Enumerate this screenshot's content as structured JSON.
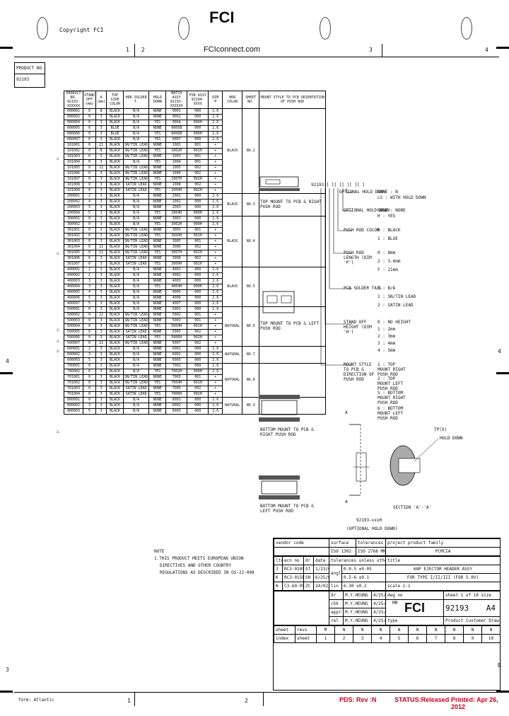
{
  "header": {
    "copyright": "Copyright FCI",
    "logo": "FCI",
    "website": "FCIconnect.com",
    "zones_top": [
      "1",
      "2",
      "3",
      "4"
    ],
    "zones_bottom": [
      "1",
      "2"
    ],
    "zone_side_left": "4",
    "zone_side_right": "4",
    "zone_bl": "3",
    "zone_br": "B"
  },
  "product_box": {
    "label": "PRODUCT NO.",
    "value": "92193"
  },
  "table": {
    "headers": [
      "PRODUCT NO. 92193-XXXXXX",
      "STAND OFF (mm)",
      "A (mm)",
      "TOP SIDE COLOR",
      "HDR SOLDER T.",
      "HOLD DOWN",
      "MATCH ASSY 92193-XXXXXX",
      "FOR ASSY 92194-XXXX",
      "DIM 'P'",
      "HDR COLOR",
      "SHEET NO.",
      "MOUNT STYLE TO PCB ORIENTATION OF PUSH ROD"
    ],
    "rows": [
      [
        "000001",
        "0",
        "8",
        "BLACK",
        "B/A",
        "NONE",
        "0001",
        "000",
        "2.6"
      ],
      [
        "000002",
        "0",
        "3",
        "BLACK",
        "B/A",
        "NONE",
        "0002",
        "000",
        "2.6"
      ],
      [
        "000004",
        "0",
        "3",
        "BLACK",
        "B/A",
        "YES",
        "0004",
        "000H",
        "2.6"
      ],
      [
        "000005",
        "0",
        "3",
        "BLUE",
        "B/A",
        "NONE",
        "0005B",
        "000",
        "2.6"
      ],
      [
        "000006",
        "0",
        "3",
        "BLUE",
        "B/A",
        "YES",
        "0006B",
        "000H",
        "2.6"
      ],
      [
        "000007",
        "0",
        "3",
        "BLACK",
        "B/A",
        "YES",
        "0007",
        "000",
        "2.6"
      ],
      [
        "101001",
        "0",
        "21",
        "BLACK",
        "SN/TIN LEAD",
        "NONE",
        "1001",
        "001",
        "+"
      ],
      [
        "101002",
        "0",
        "8",
        "BLACK",
        "SN/TIN LEAD",
        "YES",
        "1002H",
        "001H",
        "+"
      ],
      [
        "101003",
        "0",
        "3",
        "BLACK",
        "SN/TIN LEAD",
        "NONE",
        "1003",
        "001",
        "+"
      ],
      [
        "101004",
        "0",
        "3",
        "BLACK",
        "B/A",
        "YES",
        "1004",
        "001",
        "+"
      ],
      [
        "101005",
        "0",
        "21",
        "BLACK",
        "SN/TIN LEAD",
        "NONE",
        "1005",
        "002",
        "+"
      ],
      [
        "101006",
        "0",
        "3",
        "BLACK",
        "SN/TIN LEAD",
        "NONE",
        "1006",
        "002",
        "+"
      ],
      [
        "101007",
        "0",
        "3",
        "BLACK",
        "SN/TIN LEAD",
        "YES",
        "1007H",
        "002H",
        "+"
      ],
      [
        "101008",
        "0",
        "3",
        "BLACK",
        "SATIN LEAD",
        "NONE",
        "1008",
        "002",
        "+"
      ],
      [
        "101009",
        "0",
        "3",
        "BLACK",
        "SATIN LEAD",
        "YES",
        "1009H",
        "002H",
        "+"
      ],
      [
        "200001",
        "2",
        "3",
        "BLACK",
        "B/A",
        "NONE",
        "2001",
        "000",
        "2.6"
      ],
      [
        "200002",
        "4",
        "3",
        "BLACK",
        "B/A",
        "NONE",
        "2002",
        "000",
        "2.6"
      ],
      [
        "200003",
        "5",
        "3",
        "BLACK",
        "B/A",
        "NONE",
        "2003",
        "000",
        "2.6"
      ],
      [
        "200004",
        "5",
        "3",
        "BLACK",
        "B/A",
        "YES",
        "2004H",
        "000H",
        "2.6"
      ],
      [
        "300001",
        "0",
        "3",
        "BLACK",
        "B/A",
        "NONE",
        "3001",
        "000",
        "2.6"
      ],
      [
        "300002",
        "0",
        "3",
        "BLACK",
        "B/A",
        "YES",
        "3002H",
        "000H",
        "2.6"
      ],
      [
        "301001",
        "0",
        "3",
        "BLACK",
        "SN/TIN LEAD",
        "NONE",
        "3003",
        "001",
        "+"
      ],
      [
        "301002",
        "0",
        "3",
        "BLACK",
        "SN/TIN LEAD",
        "YES",
        "3004H",
        "001H",
        "+"
      ],
      [
        "301003",
        "0",
        "3",
        "BLACK",
        "SN/TIN LEAD",
        "NONE",
        "3005",
        "001",
        "+"
      ],
      [
        "301004",
        "0",
        "21",
        "BLACK",
        "SN/TIN LEAD",
        "NONE",
        "3006",
        "002",
        "+"
      ],
      [
        "301005",
        "0",
        "21",
        "BLACK",
        "SN/TIN LEAD",
        "YES",
        "3007H",
        "002H",
        "+"
      ],
      [
        "301006",
        "0",
        "3",
        "BLACK",
        "SATIN LEAD",
        "NONE",
        "3008",
        "002",
        "+"
      ],
      [
        "301007",
        "0",
        "3",
        "BLACK",
        "SATIN LEAD",
        "YES",
        "3009H",
        "002H",
        "+"
      ],
      [
        "400001",
        "2",
        "3",
        "BLACK",
        "B/A",
        "NONE",
        "4001",
        "000",
        "2.6"
      ],
      [
        "400002",
        "2",
        "3",
        "BLACK",
        "B/A",
        "NONE",
        "4002",
        "000",
        "2.6"
      ],
      [
        "400003",
        "3",
        "3",
        "BLACK",
        "B/A",
        "NONE",
        "4003",
        "000",
        "2.6"
      ],
      [
        "400004",
        "3",
        "3",
        "BLACK",
        "B/A",
        "YES",
        "4004H",
        "000H",
        "2.6"
      ],
      [
        "400005",
        "4",
        "3",
        "BLACK",
        "B/A",
        "NONE",
        "4005",
        "000",
        "2.6"
      ],
      [
        "400006",
        "5",
        "3",
        "BLACK",
        "B/A",
        "NONE",
        "4006",
        "000",
        "2.6"
      ],
      [
        "400007",
        "5",
        "3",
        "BLACK",
        "B/A",
        "NONE",
        "4007",
        "000",
        "2.6"
      ],
      [
        "500001",
        "0",
        "3",
        "BLACK",
        "B/A",
        "NONE",
        "5001",
        "000",
        "2.6"
      ],
      [
        "500002",
        "0",
        "21",
        "BLACK",
        "SN/TIN LEAD",
        "NONE",
        "5002",
        "001",
        "+"
      ],
      [
        "500003",
        "0",
        "3",
        "BLACK",
        "SN/TIN LEAD",
        "NONE",
        "5003",
        "001",
        "+"
      ],
      [
        "500004",
        "0",
        "3",
        "BLACK",
        "SN/TIN LEAD",
        "YES",
        "5004H",
        "001H",
        "+"
      ],
      [
        "500005",
        "0",
        "3",
        "BLACK",
        "SATIN LEAD",
        "NONE",
        "5005",
        "002",
        "+"
      ],
      [
        "500006",
        "0",
        "3",
        "BLACK",
        "SATIN LEAD",
        "YES",
        "5006H",
        "002H",
        "+"
      ],
      [
        "500007",
        "0",
        "21",
        "BLACK",
        "SN/TIN LEAD",
        "NONE",
        "5007",
        "002",
        "+"
      ],
      [
        "600001",
        "2",
        "3",
        "BLACK",
        "B/A",
        "NONE",
        "6001",
        "000",
        "2.6"
      ],
      [
        "600002",
        "3",
        "3",
        "BLACK",
        "B/A",
        "NONE",
        "6002",
        "000",
        "2.6"
      ],
      [
        "600003",
        "5",
        "3",
        "BLACK",
        "B/A",
        "NONE",
        "6003",
        "000",
        "2.6"
      ],
      [
        "700001",
        "0",
        "3",
        "BLACK",
        "B/A",
        "NONE",
        "7001",
        "000",
        "2.6"
      ],
      [
        "700002",
        "0",
        "3",
        "BLACK",
        "B/A",
        "YES",
        "7002H",
        "000H",
        "2.6"
      ],
      [
        "701001",
        "0",
        "3",
        "BLACK",
        "SN/TIN LEAD",
        "NONE",
        "7003",
        "001",
        "+"
      ],
      [
        "701002",
        "0",
        "3",
        "BLACK",
        "SN/TIN LEAD",
        "YES",
        "7004H",
        "001H",
        "+"
      ],
      [
        "701003",
        "0",
        "3",
        "BLACK",
        "SATIN LEAD",
        "NONE",
        "7005",
        "002",
        "+"
      ],
      [
        "701004",
        "0",
        "3",
        "BLACK",
        "SATIN LEAD",
        "YES",
        "7006H",
        "002H",
        "+"
      ],
      [
        "800001",
        "0",
        "3",
        "BLACK",
        "B/A",
        "NONE",
        "8001",
        "000",
        "2.6"
      ],
      [
        "800002",
        "3",
        "3",
        "BLACK",
        "B/A",
        "NONE",
        "8002",
        "000",
        "2.6"
      ],
      [
        "800003",
        "5",
        "3",
        "BLACK",
        "B/A",
        "NONE",
        "8003",
        "000",
        "2.6"
      ]
    ],
    "groups": [
      {
        "color": "BLACK",
        "sheet": "NO.2",
        "span": 15
      },
      {
        "color": "BLACK",
        "sheet": "NO.3",
        "span": 4
      },
      {
        "color": "BLACK",
        "sheet": "NO.4",
        "span": 9
      },
      {
        "color": "BLACK",
        "sheet": "NO.5",
        "span": 7
      },
      {
        "color": "NATURAL",
        "sheet": "NO.6",
        "span": 7
      },
      {
        "color": "NATURAL",
        "sheet": "NO.7",
        "span": 3
      },
      {
        "color": "NATURAL",
        "sheet": "NO.8",
        "span": 6
      },
      {
        "color": "NATURAL",
        "sheet": "NO.9",
        "span": 3
      }
    ],
    "mount_notes": [
      "TOP MOUNT TO PCB & RIGHT PUSH ROD",
      "TOP MOUNT TO PCB & LEFT PUSH ROD",
      "BOTTOM MOUNT TO PCB & RIGHT PUSH ROD",
      "BOTTOM MOUNT TO PCB & LEFT PUSH ROD"
    ]
  },
  "code_tree": {
    "root": "92193-[ ][ ][ ][ ][ ]",
    "items": [
      {
        "label": "OPTIONAL HOLD DOWN",
        "opts": [
          "NONE : N",
          "LS : WITH HOLD DOWN"
        ]
      },
      {
        "label": "OPTIONAL HOLD DOWN",
        "opts": [
          "NONE : NONE",
          "H : YES"
        ]
      },
      {
        "label": "PUSH ROD COLOR",
        "opts": [
          "0 : BLACK",
          "1 : BLUE"
        ]
      },
      {
        "label": "PUSH ROD LENGTH (DIM 'P')",
        "opts": [
          "0 : 8mm",
          "2 : 3.6mm",
          "F : 21mm"
        ]
      },
      {
        "label": "PCB SOLDER TAIL",
        "opts": [
          "0 : B/A",
          "1 : SN/TIN LEAD",
          "2 : SATIN LEAD"
        ]
      },
      {
        "label": "STAND OFF HEIGHT (DIM 'H')",
        "opts": [
          "0 : NO HEIGHT",
          "1 : 2mm",
          "2 : 3mm",
          "3 : 4mm",
          "4 : 5mm"
        ]
      },
      {
        "label": "MOUNT STYLE TO PCB & DIRECTION OF PUSH ROD",
        "opts": [
          "1 : TOP MOUNT RIGHT PUSH ROD",
          "2 : TOP MOUNT LEFT PUSH ROD",
          "5 : BOTTOM MOUNT RIGHT PUSH ROD",
          "6 : BOTTOM MOUNT LEFT PUSH ROD"
        ]
      }
    ]
  },
  "section": {
    "label_a": "A",
    "label_tp": "TP(X)",
    "hold_down": "HOLD DOWN",
    "section": "SECTION 'A'-'A'",
    "part": "92193-xxxH",
    "optional": "(OPTIONAL HOLD DOWN)"
  },
  "note": {
    "title": "NOTE",
    "lines": [
      "1.THIS PRODUCT MEETS EUROPEAN UNION",
      "DIRECTIVES AND OTHER COUNTRY",
      "REGULATIONS AS DESCRIBED IN GS-22-008"
    ]
  },
  "title_block": {
    "vendor_code": "vendor code",
    "surface": "surface",
    "tolerances": "tolerances",
    "project": "project product family",
    "iso": "ISO 1302",
    "iso2": "ISO 2768 MK",
    "product_family": "PCMCIA",
    "ltr": "ltr",
    "ecn": "ecn no",
    "dr": "dr",
    "date": "date",
    "tol_note": "tolerances unless otherwise specified",
    "title_label": "title",
    "title_1": "68P EJECTOR HEADER ASSY",
    "title_2": "FOR TYPE I/II/III (FOR 5.0V)",
    "angle": "angle",
    "lin": "lin",
    "tol_rows": [
      "0-0.5 ±0.05",
      "0.5-6 ±0.1",
      "6-30 ±0.2"
    ],
    "mm": "MM",
    "revs": [
      [
        "J",
        "RC3-0109",
        "ST",
        "1/23/07"
      ],
      [
        "K",
        "RC3-0158",
        "SH",
        "6/25/09"
      ],
      [
        "N",
        "C3-60-09",
        "ZC",
        "24/02/12"
      ]
    ],
    "scale": "scale 1:1",
    "dwg_no_label": "dwg no",
    "sheet_size": "sheet 1 of 10 size",
    "dwg_no": "92193",
    "size": "A4",
    "roles": [
      [
        "dr",
        "M.Y.HEUNG",
        "4/25/06"
      ],
      [
        "chk",
        "M.Y.HEUNG",
        "4/25/06"
      ],
      [
        "appr",
        "M.Y.HEUNG",
        "4/25/06"
      ],
      [
        "rel",
        "M.Y.HEUNG",
        "4/25/06"
      ]
    ],
    "type_label": "type",
    "type_value": "Product Customer Drawing",
    "sheet_label": "sheet",
    "revs_label": "revs",
    "sheet_revs": [
      "M",
      "N",
      "N",
      "N",
      "N",
      "N",
      "N",
      "N",
      "N",
      "N"
    ],
    "index_label": "index",
    "sheets_label": "sheet",
    "sheet_nums": [
      "1",
      "2",
      "3",
      "4",
      "5",
      "6",
      "7",
      "8",
      "9",
      "10"
    ]
  },
  "footer": {
    "form": "form: Atlantic",
    "pds": "PDS: Rev :N",
    "status": "STATUS:Released",
    "printed": "Printed:  Apr 26, 2012"
  }
}
